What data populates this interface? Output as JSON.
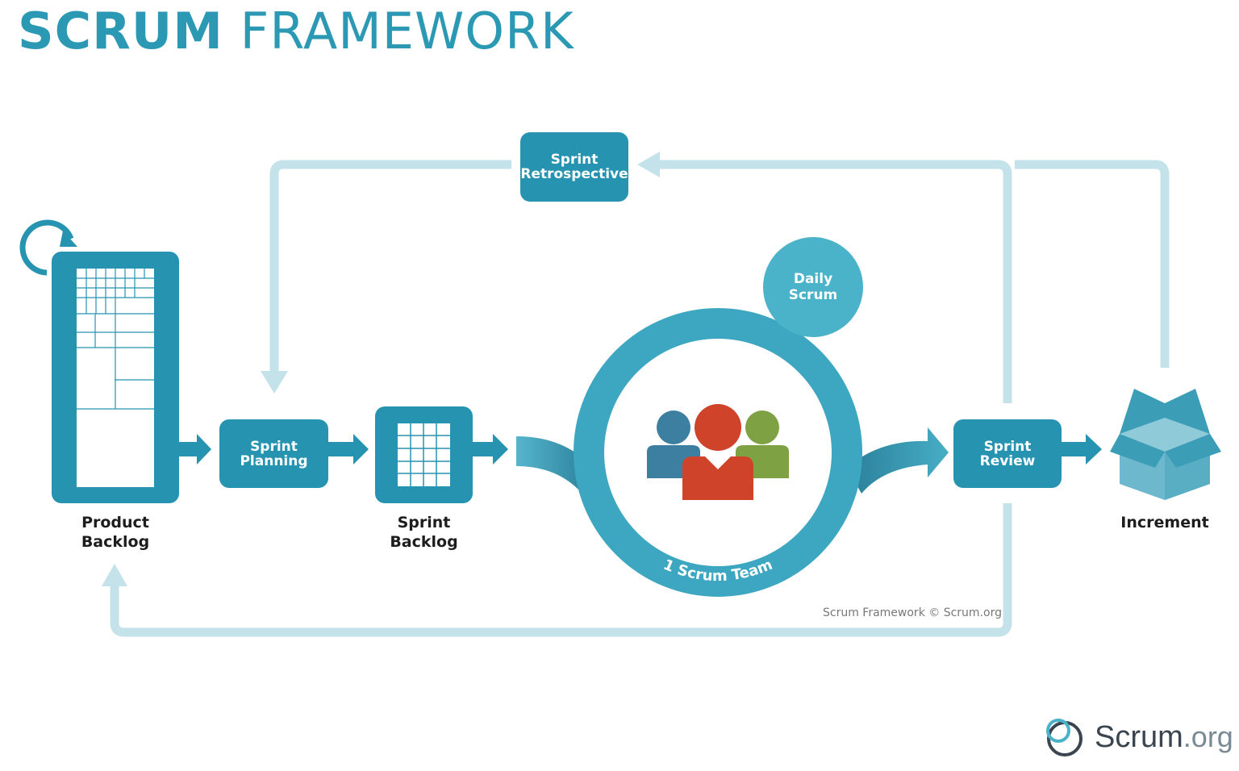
{
  "header": {
    "title_bold": "SCRUM",
    "title_light": "FRAMEWORK"
  },
  "nodes": {
    "sprint_retrospective": [
      "Sprint",
      "Retrospective"
    ],
    "sprint_planning": [
      "Sprint",
      "Planning"
    ],
    "sprint_review": [
      "Sprint",
      "Review"
    ],
    "daily_scrum": [
      "Daily",
      "Scrum"
    ]
  },
  "labels": {
    "product_backlog": [
      "Product",
      "Backlog"
    ],
    "sprint_backlog": [
      "Sprint",
      "Backlog"
    ],
    "increment": "Increment",
    "scrum_team": "1 Scrum Team"
  },
  "footer": {
    "copyright": "Scrum Framework © Scrum.org",
    "logo_name": "Scrum",
    "logo_suffix": ".org"
  },
  "colors": {
    "primary": "#2694b0",
    "light": "#bfe0e8",
    "person_blue": "#3d7fa1",
    "person_red": "#d0432b",
    "person_green": "#7ea243"
  }
}
